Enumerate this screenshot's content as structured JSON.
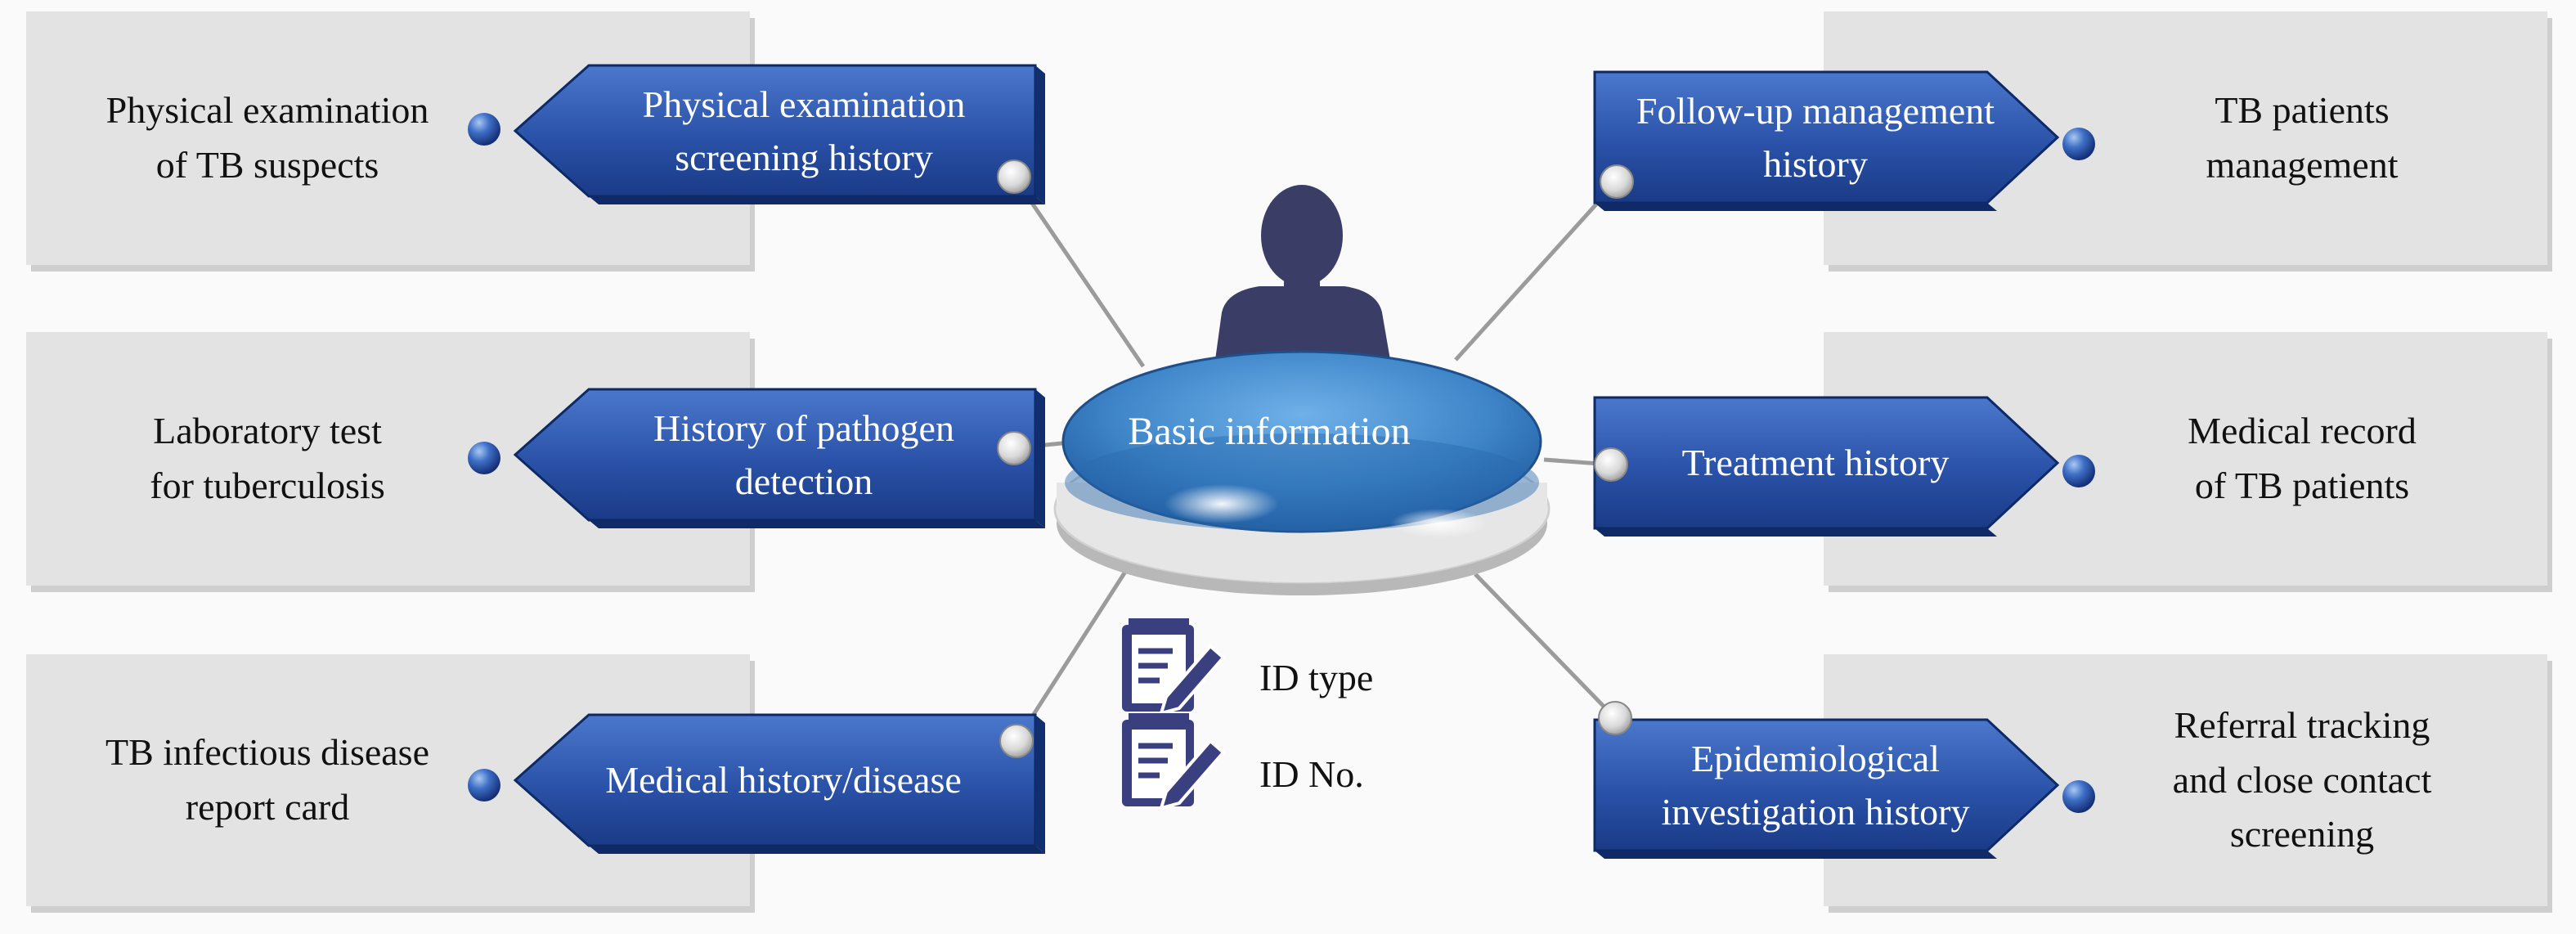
{
  "center": {
    "label": "Basic information"
  },
  "id_fields": [
    {
      "label": "ID type",
      "icon": "document-edit-icon"
    },
    {
      "label": "ID No.",
      "icon": "document-edit-icon"
    }
  ],
  "left_branches": [
    {
      "ribbon": "Physical examination\nscreening history",
      "box": "Physical examination\nof TB suspects"
    },
    {
      "ribbon": "History of pathogen\ndetection",
      "box": "Laboratory test\nfor tuberculosis"
    },
    {
      "ribbon": "Medical history/disease",
      "box": "TB infectious disease\nreport card"
    }
  ],
  "right_branches": [
    {
      "ribbon": "Follow-up management\nhistory",
      "box": "TB patients\nmanagement"
    },
    {
      "ribbon": "Treatment history",
      "box": "Medical record\nof TB patients"
    },
    {
      "ribbon": "Epidemiological\ninvestigation history",
      "box": "Referral tracking\nand close contact\nscreening"
    }
  ],
  "colors": {
    "ribbon_dark": "#1c3f8a",
    "ribbon_light": "#3f6cc3",
    "box_bg": "#e3e3e4",
    "person": "#3a3d66",
    "disc": "#3f86c9",
    "icon": "#3a3f80"
  }
}
